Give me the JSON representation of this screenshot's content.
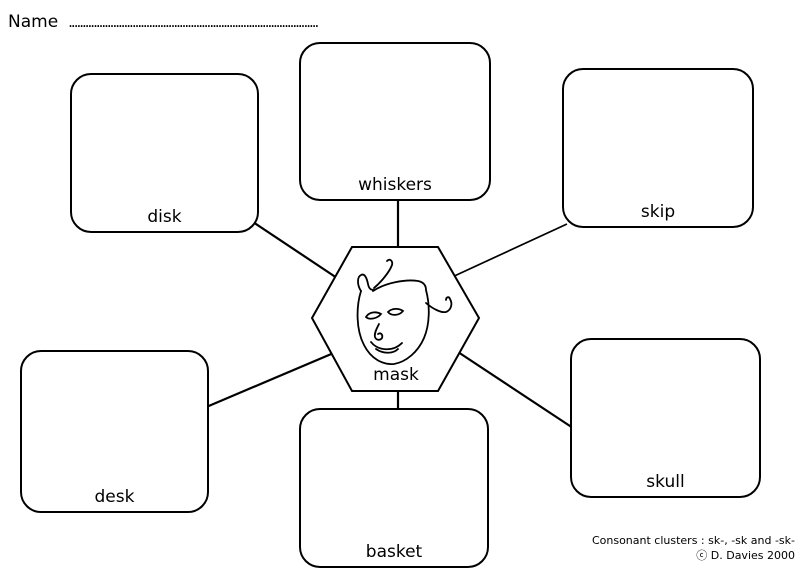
{
  "header": {
    "name_label": "Name",
    "name_dots": ".............................................................................................................."
  },
  "diagram": {
    "center_label": "mask",
    "center_icon": "theater-mask-icon",
    "boxes": [
      {
        "label": "disk"
      },
      {
        "label": "whiskers"
      },
      {
        "label": "skip"
      },
      {
        "label": "desk"
      },
      {
        "label": "basket"
      },
      {
        "label": "skull"
      }
    ]
  },
  "footer": {
    "line1": "Consonant clusters : sk-, -sk and -sk-",
    "line2": "ⓒ D. Davies 2000"
  },
  "colors": {
    "ink": "#000000",
    "background": "#ffffff"
  }
}
